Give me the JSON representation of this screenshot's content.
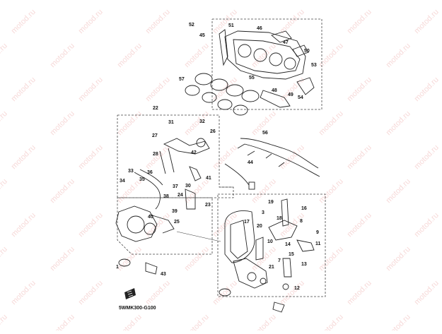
{
  "watermark": {
    "text": "motod.ru",
    "color": "#d9534f"
  },
  "diagram_code": "5WMK300-G100",
  "callouts": [
    {
      "n": "52"
    },
    {
      "n": "51"
    },
    {
      "n": "46"
    },
    {
      "n": "53"
    },
    {
      "n": "45"
    },
    {
      "n": "47"
    },
    {
      "n": "50"
    },
    {
      "n": "55"
    },
    {
      "n": "57"
    },
    {
      "n": "49"
    },
    {
      "n": "48"
    },
    {
      "n": "54"
    },
    {
      "n": "56"
    },
    {
      "n": "22"
    },
    {
      "n": "31"
    },
    {
      "n": "27"
    },
    {
      "n": "32"
    },
    {
      "n": "26"
    },
    {
      "n": "28"
    },
    {
      "n": "42"
    },
    {
      "n": "44"
    },
    {
      "n": "33"
    },
    {
      "n": "34"
    },
    {
      "n": "36"
    },
    {
      "n": "37"
    },
    {
      "n": "35"
    },
    {
      "n": "41"
    },
    {
      "n": "30"
    },
    {
      "n": "24"
    },
    {
      "n": "23"
    },
    {
      "n": "38"
    },
    {
      "n": "39"
    },
    {
      "n": "40"
    },
    {
      "n": "25"
    },
    {
      "n": "43"
    },
    {
      "n": "1"
    },
    {
      "n": "19"
    },
    {
      "n": "16"
    },
    {
      "n": "3"
    },
    {
      "n": "17"
    },
    {
      "n": "20"
    },
    {
      "n": "18"
    },
    {
      "n": "8"
    },
    {
      "n": "10"
    },
    {
      "n": "9"
    },
    {
      "n": "11"
    },
    {
      "n": "14"
    },
    {
      "n": "15"
    },
    {
      "n": "7"
    },
    {
      "n": "13"
    },
    {
      "n": "21"
    },
    {
      "n": "12"
    }
  ]
}
